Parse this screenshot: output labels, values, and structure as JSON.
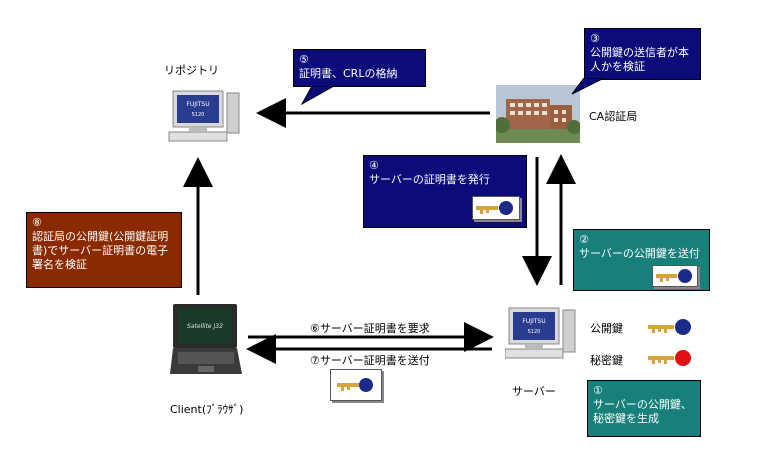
{
  "nodes": {
    "repository": "リポジトリ",
    "ca": "CA認証局",
    "server": "サーバー",
    "client": "Client(ﾌﾞﾗｳｻﾞ)"
  },
  "computer_brand": "FUJITSU",
  "computer_model": "5120",
  "laptop_brand": "Satellite J32",
  "callouts": {
    "c1": "①\nサーバーの公開鍵、\n秘密鍵を生成",
    "c2": "②\nサーバーの公開鍵を送付",
    "c3": "③\n公開鍵の送信者が本\n人かを検証",
    "c4": "④\nサーバーの証明書を発行",
    "c5": "⑤\n証明書、CRLの格納",
    "c8": "⑧\n認証局の公開鍵(公開鍵証明\n書)でサーバー証明書の電子\n署名を検証"
  },
  "arrows": {
    "a6": "⑥サーバー証明書を要求",
    "a7": "⑦サーバー証明書を送付"
  },
  "keys": {
    "public": "公開鍵",
    "private": "秘密鍵"
  },
  "colors": {
    "navy": "#0b0b7a",
    "teal": "#17807a",
    "rust": "#8b2a00",
    "public_key_head": "#1c2a8a",
    "private_key_head": "#e01010",
    "key_shaft": "#d6a43a"
  }
}
